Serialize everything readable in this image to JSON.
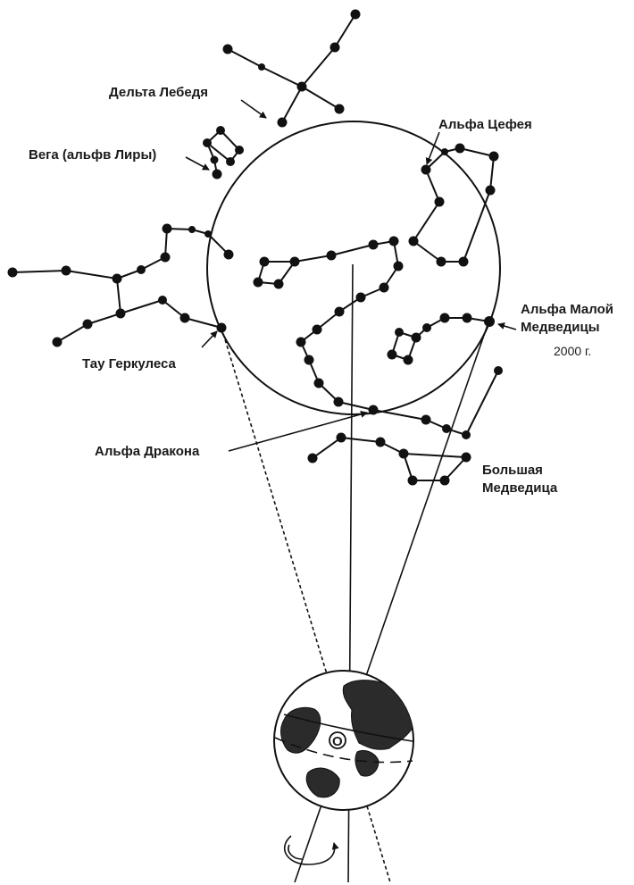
{
  "labels": {
    "delta_cygni": "Дельта Лебедя",
    "vega": "Вега (альфв Лиры)",
    "alpha_cephei": "Альфа Цефея",
    "alpha_ursa_minor_line1": "Альфа Малой",
    "alpha_ursa_minor_line2": "Медведицы",
    "year": "2000 г.",
    "tau_herculis": "Тау Геркулеса",
    "alpha_draconis": "Альфа Дракона",
    "ursa_major_line1": "Большая",
    "ursa_major_line2": "Медведица",
    "earth_center": "O"
  },
  "colors": {
    "ink": "#111111",
    "background": "#ffffff",
    "continents": "#2b2b2b"
  },
  "icons": {
    "rotation": "curved-arrow-icon"
  }
}
